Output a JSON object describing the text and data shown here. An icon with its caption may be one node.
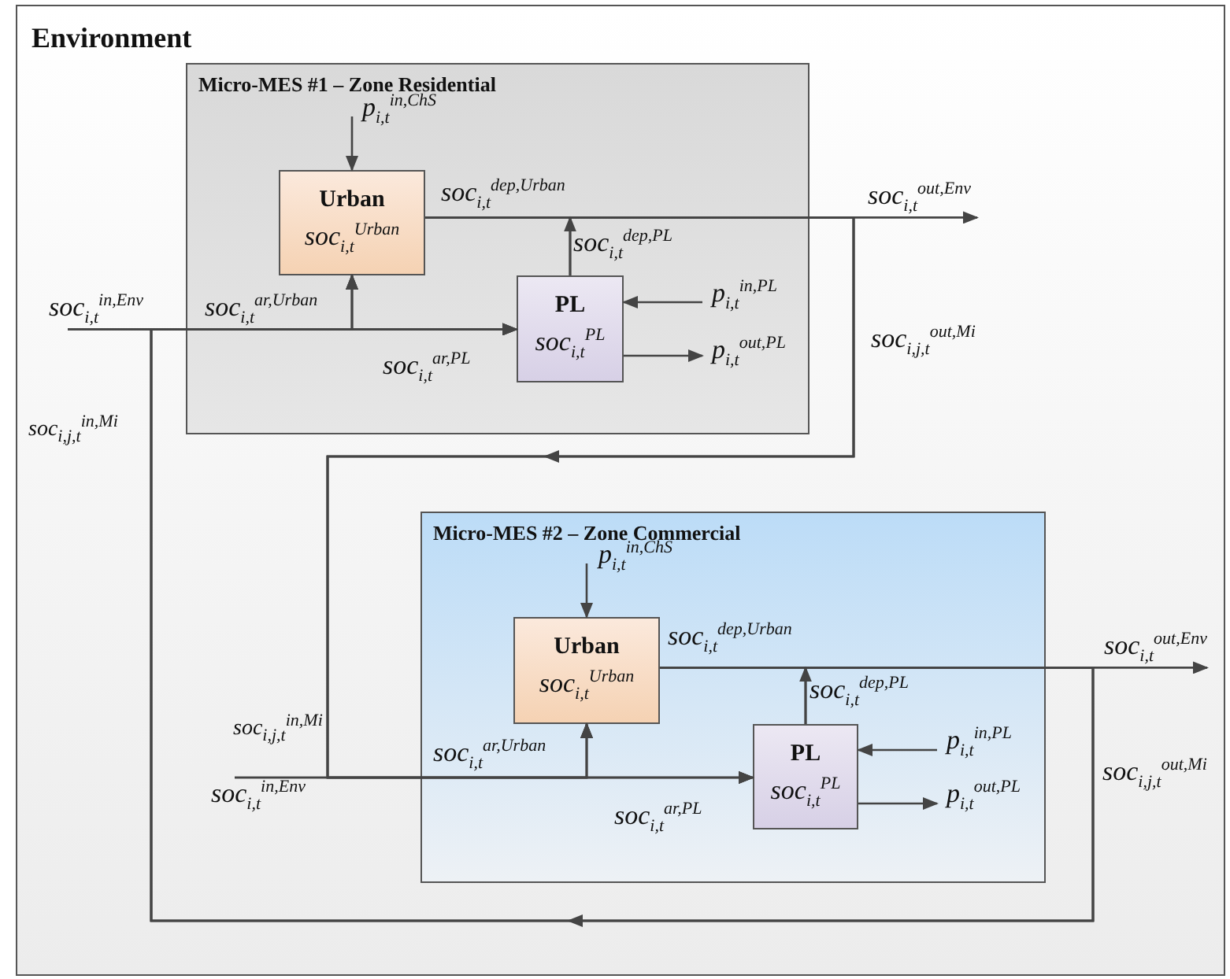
{
  "diagram": {
    "nodes": [
      {
        "text": [
          "Environment"
        ]
      },
      {
        "text": [
          "Micro-MES #1 – Zone Residential"
        ],
        "in": 0
      },
      {
        "text": [
          "Urban",
          "soc$_{i,t}$$^{Urban}$"
        ],
        "in": 1
      },
      {
        "text": [
          "PL",
          "soc$_{i,t}$$^{PL}$"
        ],
        "in": 1
      },
      {
        "text": [
          "Micro-MES #2 – Zone Commercial"
        ],
        "in": 0
      },
      {
        "text": [
          "Urban",
          "soc$_{i,t}$$^{Urban}$"
        ],
        "in": 4
      },
      {
        "text": [
          "PL",
          "soc$_{i,t}$$^{PL}$"
        ],
        "in": 4
      },
      {
        "text": [
          "soc$_{i,t}$$^{out,Env}$"
        ],
        "in": 0
      },
      {
        "text": [
          "soc$_{i,t}$$^{in,Env}$"
        ],
        "in": 0
      },
      {
        "text": [
          "soc$_{i,t}$$^{out,Env}$"
        ],
        "in": 0
      },
      {
        "text": [
          "soc$_{i,t}$$^{in,Env}$"
        ],
        "in": 0
      }
    ],
    "edges": [
      {
        "from": null,
        "to": 2,
        "arrow": "to",
        "label": "p$_{i,t}$$^{in,ChS}$"
      },
      {
        "from": 8,
        "to": 2,
        "arrow": "to",
        "label": "soc$_{i,t}$$^{ar,Urban}$"
      },
      {
        "from": 8,
        "to": 3,
        "arrow": "to",
        "label": "soc$_{i,t}$$^{ar,PL}$"
      },
      {
        "from": null,
        "to": 3,
        "arrow": "to",
        "label": "p$_{i,t}$$^{in,PL}$"
      },
      {
        "from": 3,
        "to": null,
        "arrow": "to",
        "label": "p$_{i,t}$$^{out,PL}$"
      },
      {
        "from": 3,
        "to": null,
        "arrow": "to",
        "label": "soc$_{i,t}$$^{dep,PL}$"
      },
      {
        "from": 2,
        "to": 7,
        "arrow": "to",
        "label": "soc$_{i,t}$$^{dep,Urban}$"
      },
      {
        "from": 2,
        "to": 5,
        "arrow": "to",
        "label": "soc$_{i,j,t}$$^{out,Mi}$"
      },
      {
        "from": 2,
        "to": 6,
        "arrow": "to"
      },
      {
        "from": 3,
        "to": 5,
        "arrow": "to"
      },
      {
        "from": 3,
        "to": 6,
        "arrow": "to"
      },
      {
        "from": null,
        "to": 5,
        "arrow": "to",
        "label": "p$_{i,t}$$^{in,ChS}$"
      },
      {
        "from": 10,
        "to": 5,
        "arrow": "to",
        "label": "soc$_{i,t}$$^{ar,Urban}$"
      },
      {
        "from": 10,
        "to": 6,
        "arrow": "to",
        "label": "soc$_{i,t}$$^{ar,PL}$"
      },
      {
        "from": null,
        "to": 6,
        "arrow": "to",
        "label": "p$_{i,t}$$^{in,PL}$"
      },
      {
        "from": 6,
        "to": null,
        "arrow": "to",
        "label": "p$_{i,t}$$^{out,PL}$"
      },
      {
        "from": 6,
        "to": null,
        "arrow": "to",
        "label": "soc$_{i,t}$$^{dep,PL}$"
      },
      {
        "from": 5,
        "to": 9,
        "arrow": "to",
        "label": "soc$_{i,t}$$^{dep,Urban}$"
      },
      {
        "from": 5,
        "to": 2,
        "arrow": "to",
        "label": "soc$_{i,j,t}$$^{out,Mi}$"
      },
      {
        "from": 5,
        "to": 3,
        "arrow": "to"
      },
      {
        "from": 6,
        "to": 2,
        "arrow": "to"
      },
      {
        "from": 6,
        "to": 3,
        "arrow": "to"
      }
    ],
    "labels": [
      "soc$_{i,j,t}$$^{in,Mi}$",
      "soc$_{i,j,t}$$^{in,Mi}$"
    ]
  }
}
